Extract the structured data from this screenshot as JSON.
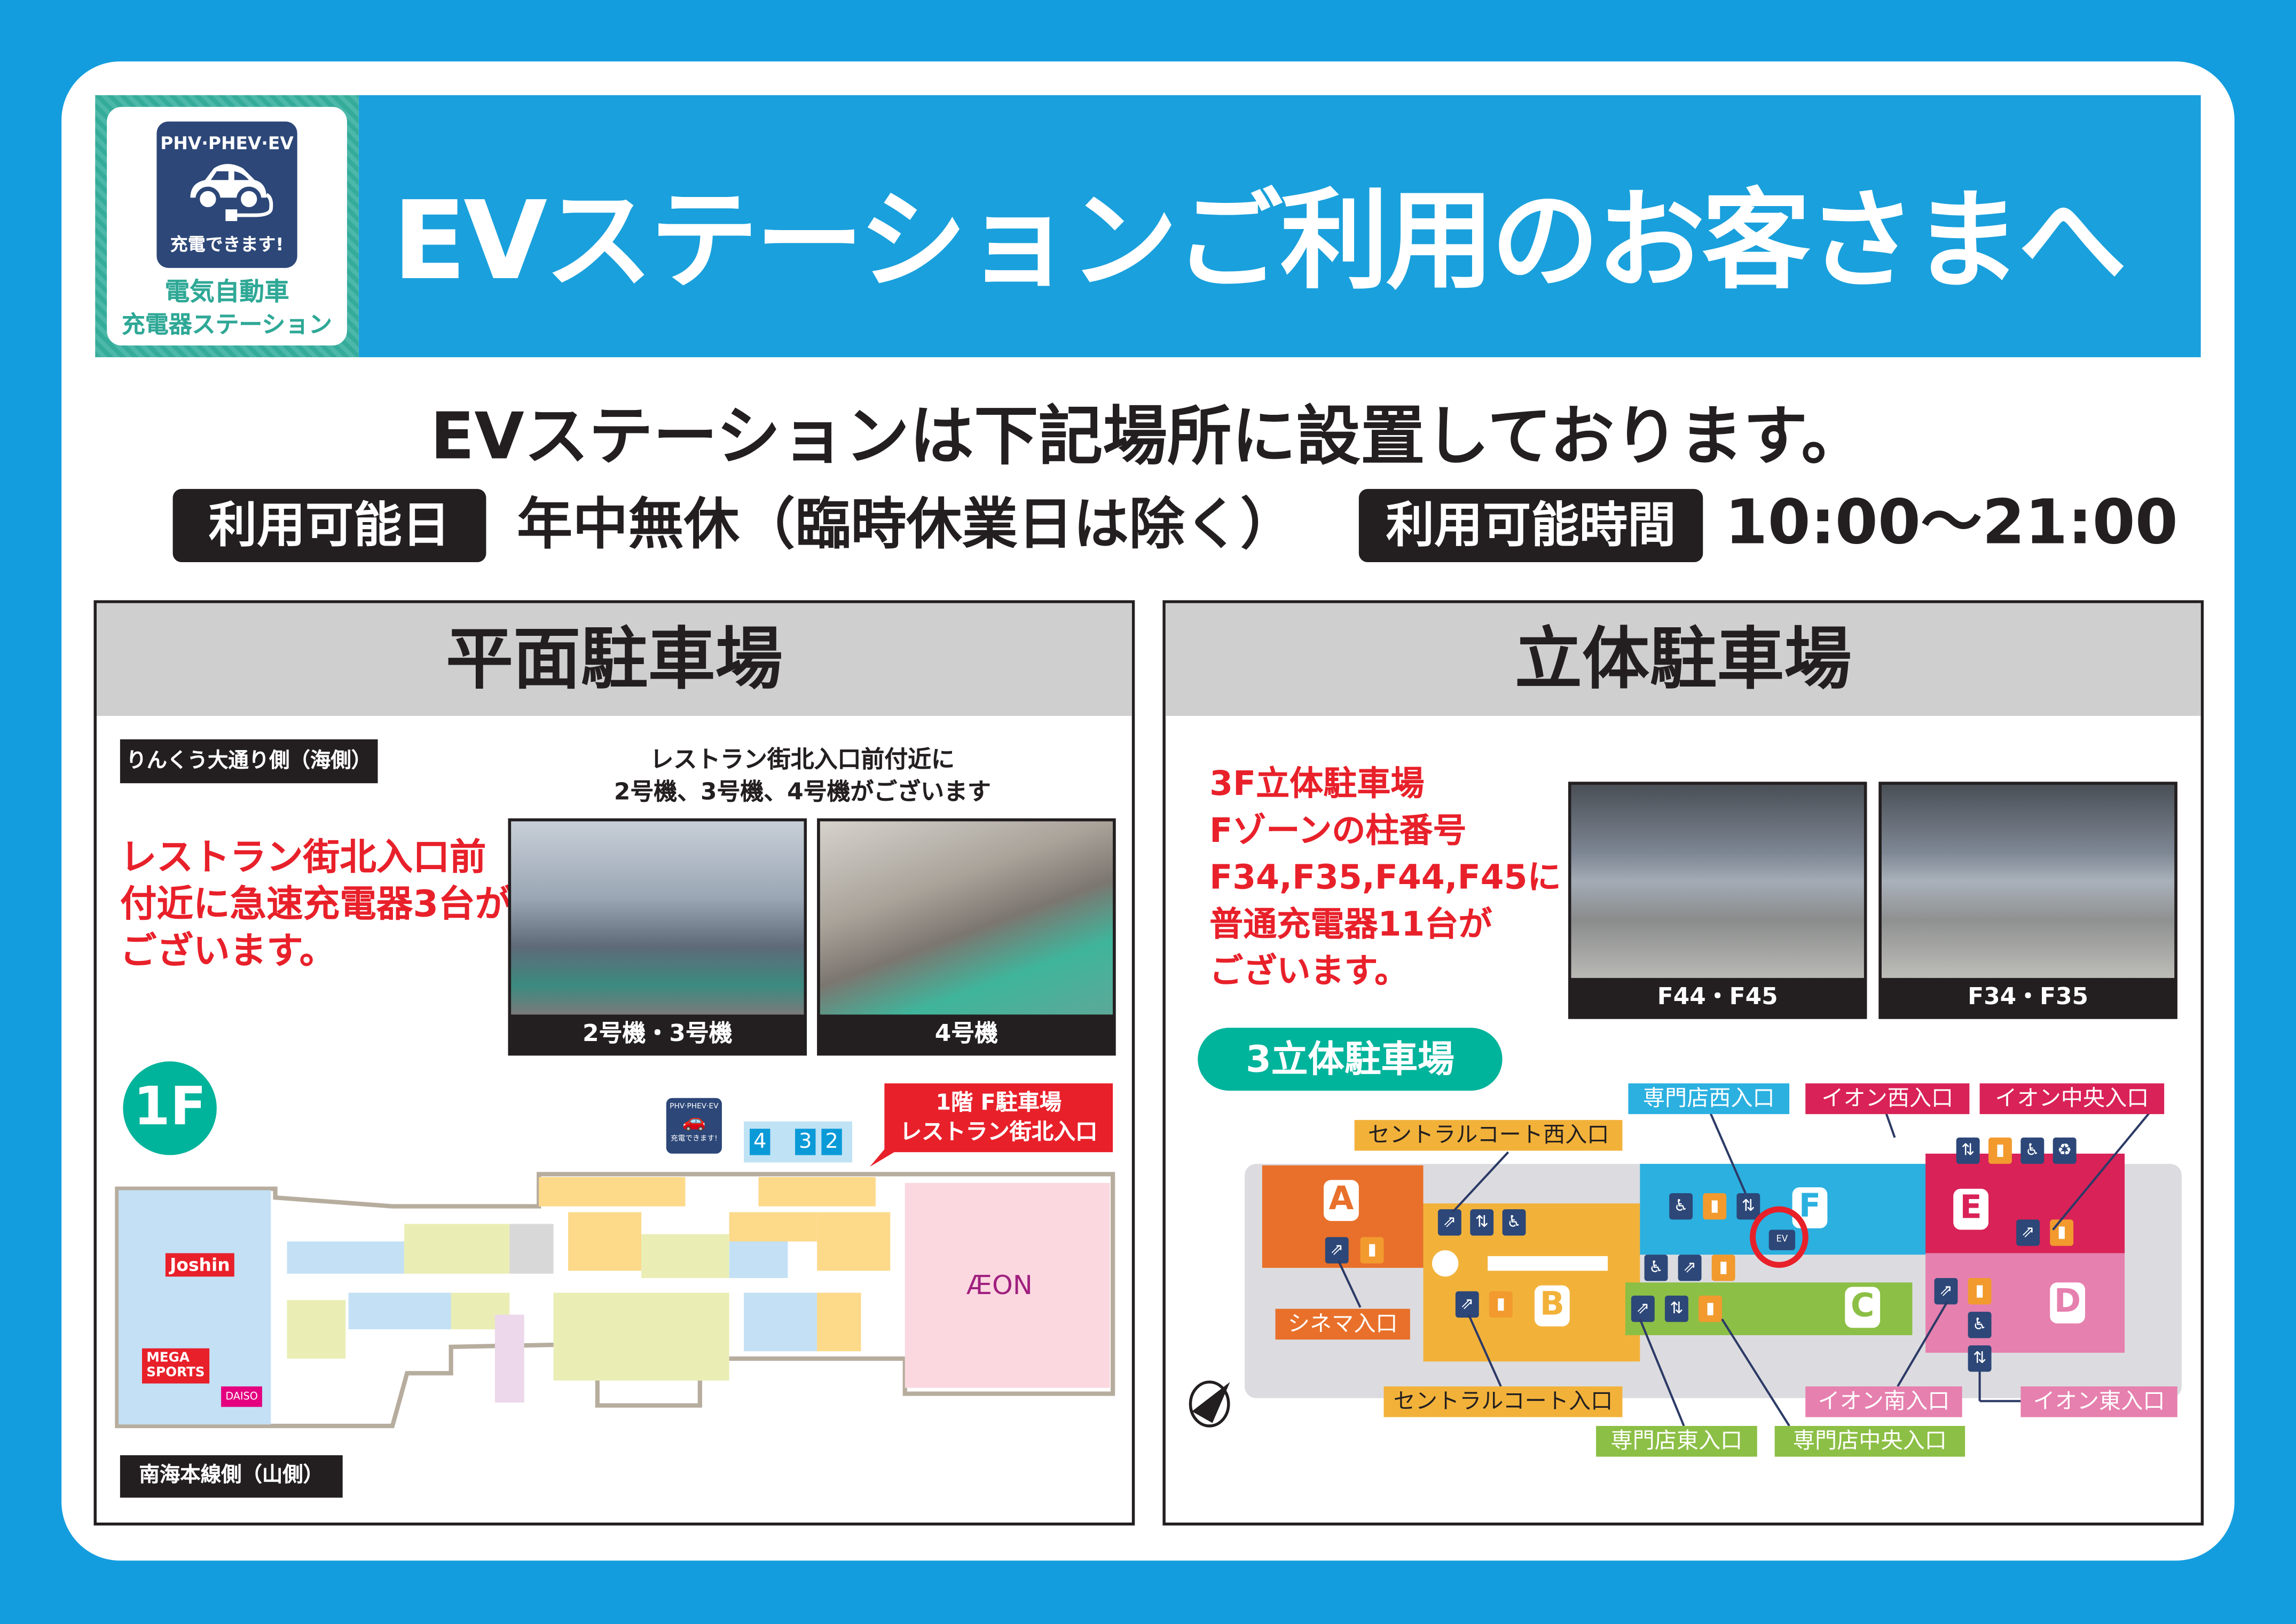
{
  "logo": {
    "sign_top": "PHV·PHEV·EV",
    "sign_bottom": "充電できます!",
    "line1": "電気自動車",
    "line2": "充電器ステーション",
    "icon": "ev-car-plug-icon"
  },
  "header": {
    "title": "EVステーションご利用のお客さまへ"
  },
  "subtitle": "EVステーションは下記場所に設置しております。",
  "availability": {
    "days_label": "利用可能日",
    "days_value": "年中無休（臨時休業日は除く）",
    "hours_label": "利用可能時間",
    "hours_value": "10:00〜21:00"
  },
  "flat_parking": {
    "title": "平面駐車場",
    "top_side_label": "りんくう大通り側（海側）",
    "photo_caption_intro": [
      "レストラン街北入口前付近に",
      "2号機、3号機、4号機がございます"
    ],
    "red_text": [
      "レストラン街北入口前",
      "付近に急速充電器3台が",
      "ございます。"
    ],
    "photos": [
      {
        "caption": "2号機・3号機"
      },
      {
        "caption": "4号機"
      }
    ],
    "floor_badge": "1F",
    "map_ev_sign": {
      "top": "PHV·PHEV·EV",
      "bottom": "充電できます!"
    },
    "charger_numbers": [
      "4",
      "3",
      "2"
    ],
    "callout": [
      "1階 F駐車場",
      "レストラン街北入口"
    ],
    "stores": {
      "joshin": "Joshin",
      "mega_sports": [
        "MEGA",
        "SPORTS"
      ],
      "daiso": "DAISO",
      "aeon": "ÆON"
    },
    "bottom_side_label": "南海本線側（山側）"
  },
  "multi_parking": {
    "title": "立体駐車場",
    "red_text": [
      "3F立体駐車場",
      "Fゾーンの柱番号",
      "F34,F35,F44,F45に",
      "普通充電器11台が",
      "ございます。"
    ],
    "photos": [
      {
        "caption": "F44・F45"
      },
      {
        "caption": "F34・F35"
      }
    ],
    "map_title": "3立体駐車場",
    "zones": [
      "A",
      "B",
      "C",
      "D",
      "E",
      "F"
    ],
    "entrances": {
      "specialty_west": "専門店西入口",
      "aeon_west": "イオン西入口",
      "aeon_center": "イオン中央入口",
      "central_court_west": "セントラルコート西入口",
      "cinema": "シネマ入口",
      "central_court": "セントラルコート入口",
      "aeon_south": "イオン南入口",
      "aeon_east": "イオン東入口",
      "specialty_east": "専門店東入口",
      "specialty_center": "専門店中央入口"
    },
    "colors": {
      "A": "#e8702a",
      "B": "#f2b23a",
      "C": "#8cbf45",
      "D": "#e680ae",
      "E": "#d92257",
      "F": "#2bb0e0"
    }
  },
  "colors": {
    "background": "#149dde",
    "header": "#1aa0dc",
    "teal": "#00b39b",
    "red_text": "#e8202a",
    "navy": "#2c4778"
  }
}
